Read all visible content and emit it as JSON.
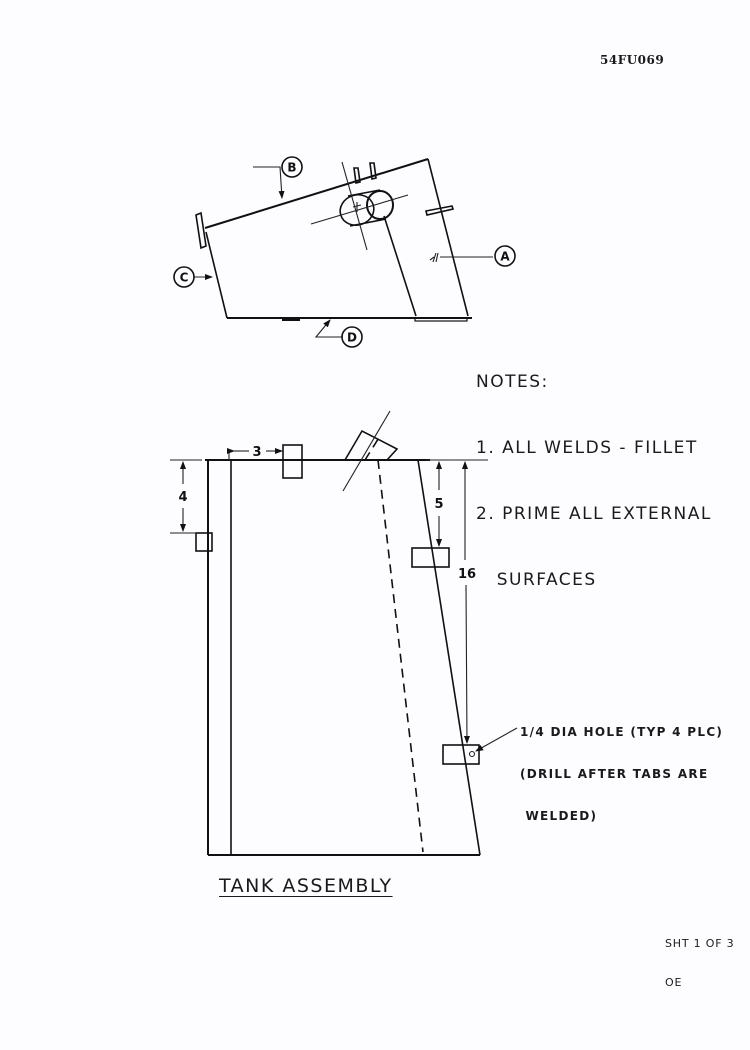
{
  "document": {
    "drawing_number": "54FU069",
    "title": "TANK ASSEMBLY",
    "sheet": "SHT 1 OF 3",
    "revision_mark": "OE"
  },
  "isometric_view": {
    "callouts": [
      {
        "id": "A",
        "label": "A"
      },
      {
        "id": "B",
        "label": "B"
      },
      {
        "id": "C",
        "label": "C"
      },
      {
        "id": "D",
        "label": "D"
      }
    ]
  },
  "notes": {
    "heading": "NOTES:",
    "items": [
      "1. ALL WELDS - FILLET",
      "2. PRIME ALL EXTERNAL",
      "   SURFACES"
    ]
  },
  "side_view": {
    "dimensions": {
      "tab_offset_top": "3",
      "left_tab_drop": "4",
      "right_tab_drop": "5",
      "lower_tab_drop": "16"
    },
    "hole_note": [
      "1/4 DIA HOLE (TYP 4 PLC)",
      "(DRILL AFTER TABS ARE",
      " WELDED)"
    ]
  }
}
